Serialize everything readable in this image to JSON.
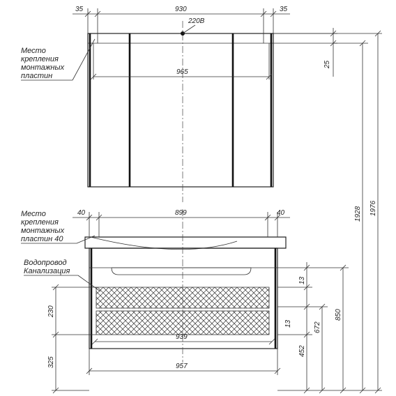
{
  "top_cabinet": {
    "width_overall": "930",
    "side_left": "35",
    "side_right": "35",
    "inner_width": "965",
    "power_label": "220В",
    "mount_offset": "25"
  },
  "bottom_cabinet": {
    "side_left": "40",
    "side_right": "40",
    "width_top": "899",
    "width_inner": "939",
    "width_bottom": "957",
    "drawer_gap_1": "13",
    "drawer_gap_2": "13",
    "height_drawer": "230",
    "height_floor": "325",
    "dim_452": "452",
    "dim_672": "672",
    "dim_850": "850"
  },
  "overall": {
    "height_1928": "1928",
    "height_1976": "1976"
  },
  "notes": {
    "mount_top": [
      "Место",
      "крепления",
      "монтажных",
      "пластин"
    ],
    "mount_bottom": [
      "Место",
      "крепления",
      "монтажных",
      "пластин 40"
    ],
    "water": "Водопровод",
    "sewer": "Канализация"
  }
}
